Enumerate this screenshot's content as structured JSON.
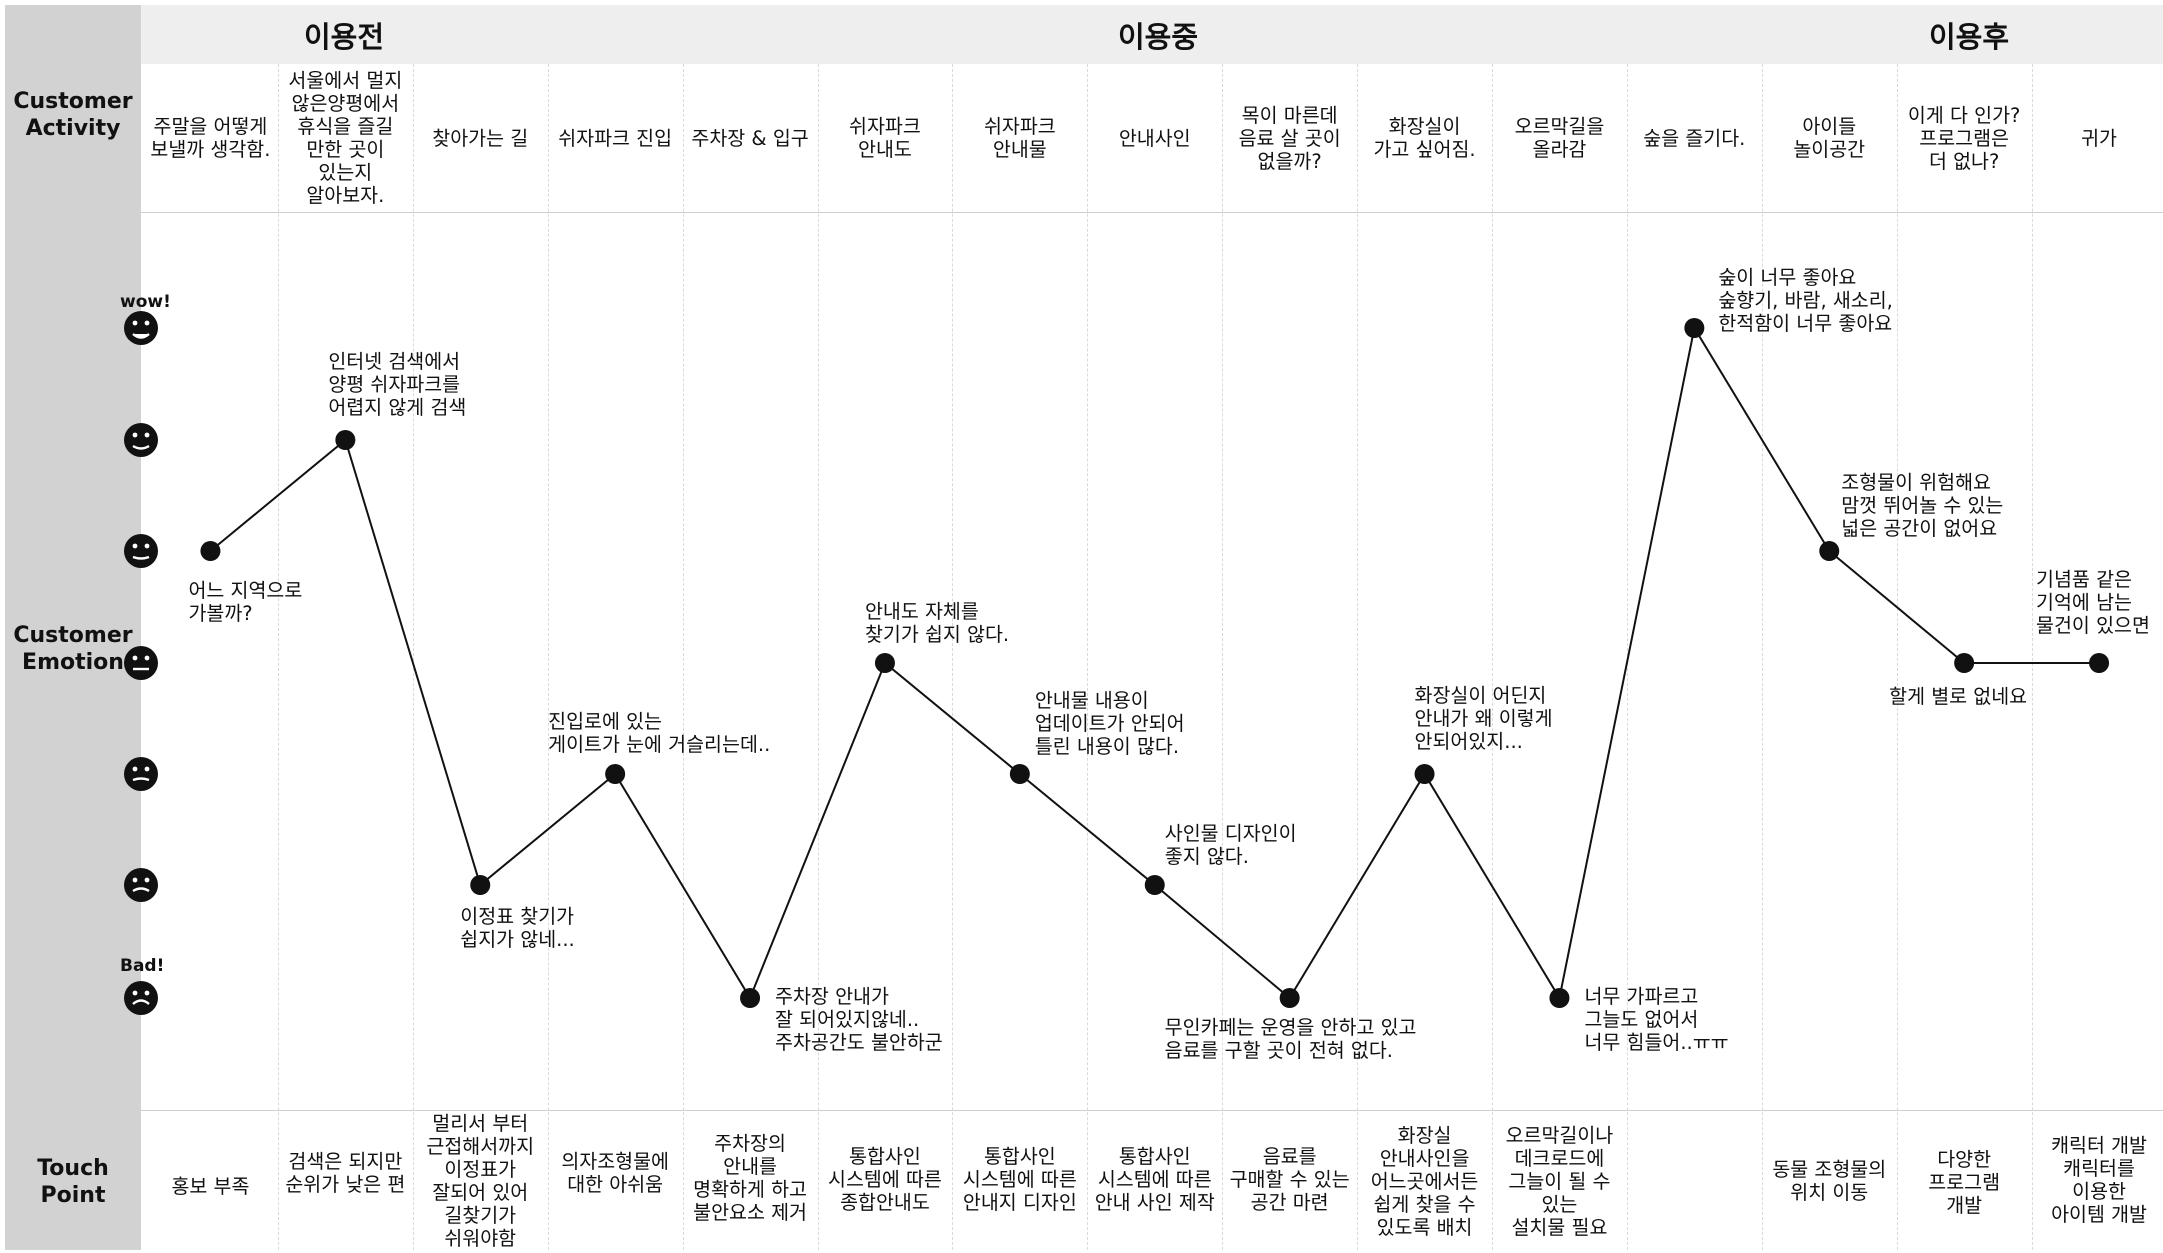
{
  "phases": [
    {
      "label": "이용전"
    },
    {
      "label": "이용중"
    },
    {
      "label": "이용후"
    }
  ],
  "row_labels": {
    "activity": "Customer\nActivity",
    "emotion": "Customer\nEmotion",
    "touch": "Touch\nPoint"
  },
  "emotion_scale": {
    "top": "wow!",
    "bottom": "Bad!"
  },
  "columns": [
    {
      "activity": "주말을 어떻게\n보낼까 생각함.",
      "emotion": 4,
      "note": "어느 지역으로\n가볼까?",
      "touch": "홍보 부족"
    },
    {
      "activity": "서울에서 멀지\n않은양평에서\n휴식을 즐길\n만한 곳이\n있는지\n알아보자.",
      "emotion": 5,
      "note": "인터넷 검색에서\n양평 쉬자파크를\n어렵지 않게 검색",
      "touch": "검색은 되지만\n순위가 낮은 편"
    },
    {
      "activity": "찾아가는 길",
      "emotion": 1,
      "note": "이정표 찾기가\n쉽지가 않네...",
      "touch": "멀리서 부터\n근접해서까지\n이정표가\n잘되어 있어\n길찾기가\n쉬워야함"
    },
    {
      "activity": "쉬자파크 진입",
      "emotion": 2,
      "note": "진입로에 있는\n게이트가 눈에 거슬리는데..",
      "touch": "의자조형물에\n대한 아쉬움"
    },
    {
      "activity": "주차장 & 입구",
      "emotion": 0,
      "note": "주차장 안내가\n잘 되어있지않네..\n주차공간도 불안하군",
      "touch": "주차장의\n안내를\n명확하게 하고\n불안요소 제거"
    },
    {
      "activity": "쉬자파크\n안내도",
      "emotion": 3,
      "note": "안내도 자체를\n찾기가 쉽지 않다.",
      "touch": "통합사인\n시스템에 따른\n종합안내도"
    },
    {
      "activity": "쉬자파크\n안내물",
      "emotion": 2,
      "note": "안내물 내용이\n업데이트가 안되어\n틀린 내용이 많다.",
      "touch": "통합사인\n시스템에 따른\n안내지 디자인"
    },
    {
      "activity": "안내사인",
      "emotion": 1,
      "note": "사인물 디자인이\n좋지 않다.",
      "touch": "통합사인\n시스템에 따른\n안내 사인 제작"
    },
    {
      "activity": "목이 마른데\n음료 살 곳이\n없을까?",
      "emotion": 0,
      "note": "무인카페는 운영을 안하고 있고\n음료를 구할 곳이 전혀 없다.",
      "touch": "음료를\n구매할 수 있는\n공간 마련"
    },
    {
      "activity": "화장실이\n가고 싶어짐.",
      "emotion": 2,
      "note": "화장실이 어딘지\n안내가 왜 이렇게\n안되어있지...",
      "touch": "화장실\n안내사인을\n어느곳에서든\n쉽게 찾을 수\n있도록 배치"
    },
    {
      "activity": "오르막길을\n올라감",
      "emotion": 0,
      "note": "너무 가파르고\n그늘도 없어서\n너무 힘들어..ㅠㅠ",
      "touch": "오르막길이나\n데크로드에\n그늘이 될 수\n있는\n설치물 필요"
    },
    {
      "activity": "숲을 즐기다.",
      "emotion": 6,
      "note": "숲이 너무 좋아요\n숲향기, 바람, 새소리,\n한적함이 너무 좋아요",
      "touch": ""
    },
    {
      "activity": "아이들\n놀이공간",
      "emotion": 4,
      "note": "조형물이 위험해요\n맘껏 뛰어놀 수 있는\n넓은 공간이 없어요",
      "touch": "동물 조형물의\n위치 이동"
    },
    {
      "activity": "이게 다 인가?\n프로그램은\n더 없나?",
      "emotion": 3,
      "note": "할게 별로 없네요",
      "touch": "다양한\n프로그램\n개발"
    },
    {
      "activity": "귀가",
      "emotion": 3,
      "note": "기념품 같은\n기억에 남는\n물건이 있으면",
      "touch": "캐릭터 개발\n캐릭터를\n이용한\n아이템 개발"
    }
  ]
}
